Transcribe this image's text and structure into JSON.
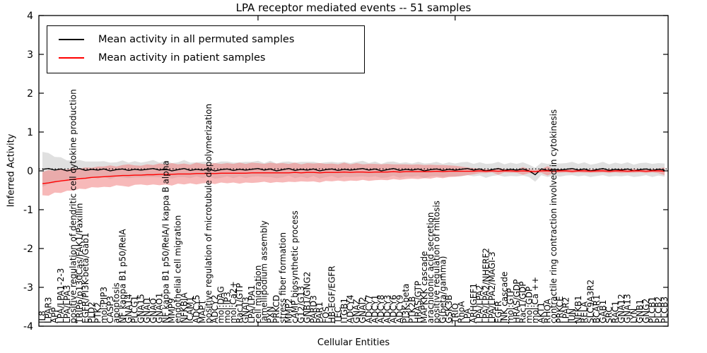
{
  "chart_data": {
    "type": "line",
    "title": "LPA receptor mediated events -- 51 samples",
    "xlabel": "Cellular Entities",
    "ylabel": "Inferred Activity",
    "ylim": [
      -4,
      4
    ],
    "yticks": [
      "4",
      "3",
      "2",
      "1",
      "0",
      "-1",
      "-2",
      "-3",
      "-4"
    ],
    "grid": false,
    "legend_position": "upper left",
    "baseline_dotted": 0.05,
    "colors": {
      "permuted_line": "#000000",
      "permuted_band": "#bbbbbb",
      "patient_line": "#ff0000",
      "patient_band": "#f08080",
      "axis": "#000000"
    },
    "categories": [
      "IL8",
      "LPAR3",
      "APP",
      "LPA/LPA1-2-3",
      "LPA/LPA3",
      "positive regulation of dendritic cell cytokine production",
      "TRIP6/p130Cas/FAK1/Paxillin",
      "EGFR/PI3K-beta/Gab1",
      "PLD2",
      "PTK2",
      "mol:PIP3",
      "CASP3",
      "apoptosis",
      "NF kappa B1 p50/RelA",
      "GNA14",
      "PLCG1",
      "GNA15",
      "GNAI1",
      "GNAQ",
      "GNAO1",
      "NF kappa B1 p50/RelA/I kappa B alpha",
      "MMP9",
      "endothelial cell migration",
      "NFKBIA",
      "ICAM1",
      "ADCY5",
      "MAPT",
      "positive regulation of microtubule depolymerization",
      "ADCY2",
      "mol:DAG",
      "mol:IP3",
      "mol:Ca2+",
      "Rac1/GTP",
      "GNAI3",
      "LPA/LPA1",
      "cell migration",
      "lamellipodium assembly",
      "PXN",
      "PRKCD",
      "stress fiber formation",
      "MMP2",
      "cAMP biosynthetic process",
      "G12/G13",
      "GNB1/GNG2",
      "PARD3",
      "PAR1",
      "FOS",
      "HB-EGF/EGFR",
      "TEC",
      "ITGB1",
      "ADCY4",
      "GNAZ",
      "GNAI2",
      "ADCY7",
      "ADCY1",
      "ADCY8",
      "ADCY3",
      "ADCY6",
      "ADCY9",
      "PI3K-beta",
      "PTK2B",
      "HRAS/GTP",
      "MAPKKK cascade",
      "arachidonic acid secretion",
      "positive regulation of mitosis",
      "G(beta/gamma)",
      "GSK3B",
      "TRIO",
      "RhoA",
      "LPA",
      "ARHGEF1",
      "LPA/LPA2",
      "LPA/LPA2/NHERF2",
      "LPA/LPA2/MAGI-3",
      "EGFR",
      "JNK cascade",
      "mol:GTP",
      "HRAS/GDP",
      "Rac1/GDP",
      "mol:GDP",
      "mol:Ca ++",
      "AKT1",
      "RHOA",
      "contractile ring contraction involved in cytokinesis",
      "PRKCE",
      "LPAR2",
      "JUN",
      "NFKB1",
      "RELA",
      "SLC9A3R2",
      "BCAR1",
      "GAB1",
      "SRC",
      "RAC1",
      "GNA12",
      "GNA13",
      "LYN",
      "GNB1",
      "GNG2",
      "PLCB1",
      "PLCB2",
      "PLCB3"
    ],
    "series": [
      {
        "name": "Mean activity in all permuted samples",
        "color": "#000000",
        "values": [
          0.04,
          0.06,
          0.02,
          0.05,
          0.0,
          0.03,
          0.06,
          0.01,
          0.04,
          0.02,
          0.05,
          0.0,
          0.03,
          0.05,
          0.01,
          0.04,
          0.02,
          0.04,
          0.06,
          0.02,
          0.05,
          0.0,
          0.03,
          0.06,
          0.01,
          0.04,
          0.02,
          0.05,
          0.0,
          0.03,
          0.05,
          0.01,
          0.04,
          0.02,
          0.04,
          0.06,
          0.02,
          0.05,
          0.0,
          0.03,
          0.06,
          0.01,
          0.04,
          0.02,
          0.05,
          0.0,
          0.03,
          0.05,
          0.01,
          0.04,
          0.02,
          0.04,
          0.06,
          0.02,
          0.05,
          0.0,
          0.03,
          0.06,
          0.01,
          0.04,
          0.02,
          0.05,
          0.0,
          0.03,
          0.05,
          0.01,
          0.04,
          0.02,
          0.04,
          0.06,
          0.02,
          0.05,
          0.0,
          0.03,
          0.06,
          0.01,
          0.04,
          0.02,
          0.05,
          0.0,
          -0.1,
          0.05,
          0.01,
          0.04,
          0.02,
          0.04,
          0.06,
          0.02,
          0.05,
          0.0,
          0.03,
          0.06,
          0.01,
          0.04,
          0.02,
          0.05,
          0.0,
          0.03,
          0.05,
          0.01,
          0.04,
          0.02
        ],
        "band_halfwidth": [
          0.45,
          0.4,
          0.34,
          0.3,
          0.27,
          0.24,
          0.22,
          0.23,
          0.2,
          0.22,
          0.2,
          0.21,
          0.19,
          0.22,
          0.2,
          0.21,
          0.19,
          0.2,
          0.22,
          0.19,
          0.21,
          0.2,
          0.19,
          0.22,
          0.2,
          0.18,
          0.21,
          0.19,
          0.2,
          0.21,
          0.19,
          0.2,
          0.18,
          0.21,
          0.19,
          0.2,
          0.18,
          0.21,
          0.19,
          0.2,
          0.18,
          0.2,
          0.19,
          0.21,
          0.18,
          0.2,
          0.19,
          0.18,
          0.2,
          0.19,
          0.18,
          0.19,
          0.2,
          0.18,
          0.19,
          0.18,
          0.2,
          0.18,
          0.19,
          0.18,
          0.17,
          0.18,
          0.19,
          0.17,
          0.18,
          0.17,
          0.18,
          0.17,
          0.18,
          0.17,
          0.16,
          0.17,
          0.18,
          0.16,
          0.17,
          0.16,
          0.17,
          0.16,
          0.17,
          0.16,
          0.18,
          0.16,
          0.17,
          0.16,
          0.17,
          0.16,
          0.17,
          0.16,
          0.17,
          0.16,
          0.16,
          0.17,
          0.16,
          0.17,
          0.16,
          0.17,
          0.16,
          0.17,
          0.16,
          0.17,
          0.16,
          0.17
        ]
      },
      {
        "name": "Mean activity in patient samples",
        "color": "#ff0000",
        "values": [
          -0.33,
          -0.31,
          -0.28,
          -0.26,
          -0.24,
          -0.22,
          -0.2,
          -0.19,
          -0.17,
          -0.16,
          -0.15,
          -0.14,
          -0.13,
          -0.12,
          -0.12,
          -0.11,
          -0.11,
          -0.1,
          -0.1,
          -0.09,
          -0.09,
          -0.09,
          -0.08,
          -0.08,
          -0.08,
          -0.07,
          -0.07,
          -0.07,
          -0.07,
          -0.06,
          -0.06,
          -0.06,
          -0.06,
          -0.06,
          -0.05,
          -0.05,
          -0.05,
          -0.05,
          -0.05,
          -0.05,
          -0.05,
          -0.04,
          -0.05,
          -0.04,
          -0.04,
          -0.05,
          -0.04,
          -0.04,
          -0.04,
          -0.03,
          -0.04,
          -0.03,
          -0.03,
          -0.04,
          -0.03,
          -0.03,
          -0.03,
          -0.02,
          -0.03,
          -0.02,
          -0.02,
          -0.02,
          -0.02,
          -0.02,
          -0.01,
          -0.02,
          -0.01,
          -0.01,
          -0.01,
          -0.01,
          -0.01,
          0.0,
          -0.01,
          0.0,
          -0.01,
          0.0,
          0.0,
          -0.01,
          0.0,
          -0.01,
          -0.02,
          0.0,
          0.0,
          -0.01,
          0.0,
          0.0,
          -0.01,
          0.0,
          0.0,
          -0.01,
          0.0,
          0.0,
          -0.01,
          0.0,
          0.0,
          -0.01,
          0.0,
          0.0,
          -0.01,
          0.0,
          0.0,
          -0.01
        ],
        "band_halfwidth": [
          0.3,
          0.33,
          0.28,
          0.31,
          0.27,
          0.29,
          0.26,
          0.28,
          0.25,
          0.27,
          0.26,
          0.28,
          0.24,
          0.27,
          0.29,
          0.25,
          0.24,
          0.27,
          0.25,
          0.28,
          0.26,
          0.29,
          0.25,
          0.27,
          0.24,
          0.28,
          0.25,
          0.24,
          0.27,
          0.24,
          0.26,
          0.24,
          0.27,
          0.24,
          0.26,
          0.25,
          0.23,
          0.26,
          0.24,
          0.25,
          0.23,
          0.25,
          0.22,
          0.24,
          0.23,
          0.25,
          0.22,
          0.23,
          0.21,
          0.24,
          0.21,
          0.23,
          0.2,
          0.22,
          0.21,
          0.2,
          0.21,
          0.19,
          0.2,
          0.19,
          0.18,
          0.19,
          0.17,
          0.18,
          0.16,
          0.17,
          0.15,
          0.14,
          0.12,
          0.1,
          0.08,
          0.06,
          0.05,
          0.04,
          0.09,
          0.04,
          0.05,
          0.04,
          0.1,
          0.05,
          0.04,
          0.05,
          0.12,
          0.04,
          0.05,
          0.04,
          0.05,
          0.04,
          0.05,
          0.04,
          0.05,
          0.04,
          0.05,
          0.04,
          0.06,
          0.04,
          0.05,
          0.04,
          0.05,
          0.04,
          0.06,
          0.1
        ]
      }
    ]
  }
}
